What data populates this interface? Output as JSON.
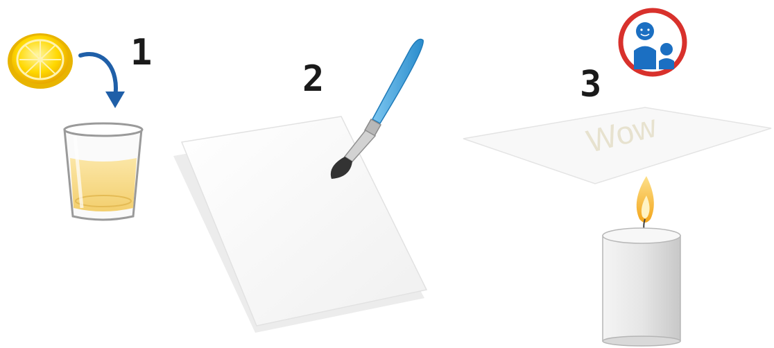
{
  "steps": [
    {
      "number": "1"
    },
    {
      "number": "2"
    },
    {
      "number": "3"
    }
  ],
  "secret_message": "Wow",
  "icons": {
    "step1": [
      "lemon-half-icon",
      "curved-arrow-icon",
      "glass-of-juice-icon"
    ],
    "step2": [
      "paper-sheet-icon",
      "paintbrush-icon"
    ],
    "step3": [
      "adult-supervision-icon",
      "paper-sheet-icon",
      "candle-icon"
    ]
  },
  "colors": {
    "lemon": "#f5c400",
    "arrow": "#1f5fa8",
    "juice": "#f7d98a",
    "brush_handle": "#3aa3e0",
    "supervision_ring": "#d8312c",
    "supervision_figures": "#1b6fc2",
    "flame": "#f5b21f"
  }
}
